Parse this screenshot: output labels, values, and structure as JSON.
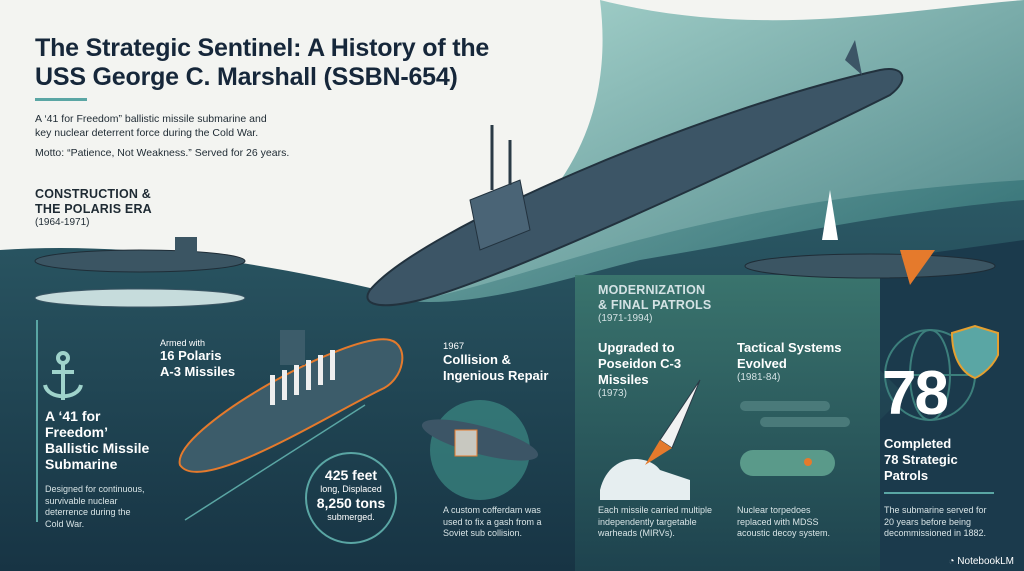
{
  "header": {
    "title_line1": "The Strategic Sentinel: A History of the",
    "title_line2": "USS George C. Marshall (SSBN-654)",
    "desc_line1": "A ‘41 for Freedom” ballistic missile submarine and",
    "desc_line2": "key nuclear deterrent force during the Cold War.",
    "motto": "Motto: “Patience, Not Weakness.” Served for 26 years."
  },
  "construction": {
    "heading_line1": "CONSTRUCTION &",
    "heading_line2": "THE POLARIS ERA",
    "years": "(1964-1971)"
  },
  "freedom": {
    "title_line1": "A ‘41 for",
    "title_line2": "Freedom’",
    "title_line3": "Ballistic Missile",
    "title_line4": "Submarine",
    "desc": "Designed for continuous, survivable nuclear deterrence during the Cold War."
  },
  "armament": {
    "pre": "Armed with",
    "line1": "16 Polaris",
    "line2": "A-3 Missiles"
  },
  "dimensions": {
    "length": "425 feet",
    "mid": "long, Displaced",
    "tons": "8,250 tons",
    "post": "submerged."
  },
  "collision": {
    "year": "1967",
    "title_line1": "Collision &",
    "title_line2": "Ingenious Repair",
    "desc": "A custom cofferdam was used to fix a gash from a Soviet sub collision."
  },
  "modernization": {
    "heading_line1": "MODERNIZATION",
    "heading_line2": "& FINAL PATROLS",
    "years": "(1971-1994)"
  },
  "poseidon": {
    "title_line1": "Upgraded to",
    "title_line2": "Poseidon C-3",
    "title_line3": "Missiles",
    "year": "(1973)",
    "desc": "Each missile carried multiple independently targetable warheads (MIRVs)."
  },
  "tactical": {
    "title_line1": "Tactical Systems",
    "title_line2": "Evolved",
    "years": "(1981-84)",
    "desc": "Nuclear torpedoes replaced with MDSS acoustic decoy system."
  },
  "patrols": {
    "number": "78",
    "line1": "Completed",
    "line2": "78 Strategic",
    "line3": "Patrols",
    "desc": "The submarine served for 20 years before being decommissioned in 1882."
  },
  "footer": {
    "brand": "NotebookLM"
  },
  "colors": {
    "accent": "#5aa6a4",
    "orange": "#e57a2c",
    "navy": "#16273a"
  }
}
